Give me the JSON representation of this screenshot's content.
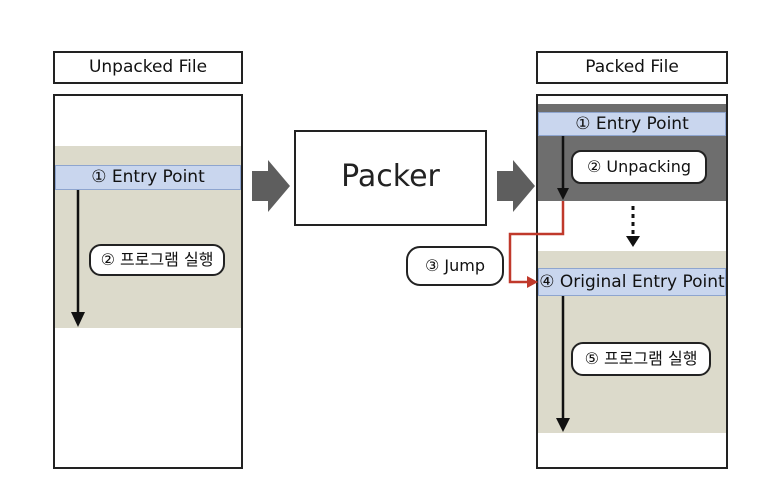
{
  "unpacked": {
    "title": "Unpacked File",
    "entry_point": "① Entry Point",
    "run_label": "② 프로그램 실행"
  },
  "packer": {
    "label": "Packer"
  },
  "packed": {
    "title": "Packed File",
    "entry_point": "① Entry Point",
    "unpacking_label": "② Unpacking",
    "jump_label": "③ Jump",
    "oep_label": "④ Original Entry Point",
    "run_label": "⑤ 프로그램 실행"
  },
  "colors": {
    "section_fill": "#dcdacb",
    "entry_fill": "#c9d6ee",
    "unpack_stub": "#6e6e6e",
    "arrow_gray": "#5e5e5e",
    "jump_line": "#c0392b"
  }
}
